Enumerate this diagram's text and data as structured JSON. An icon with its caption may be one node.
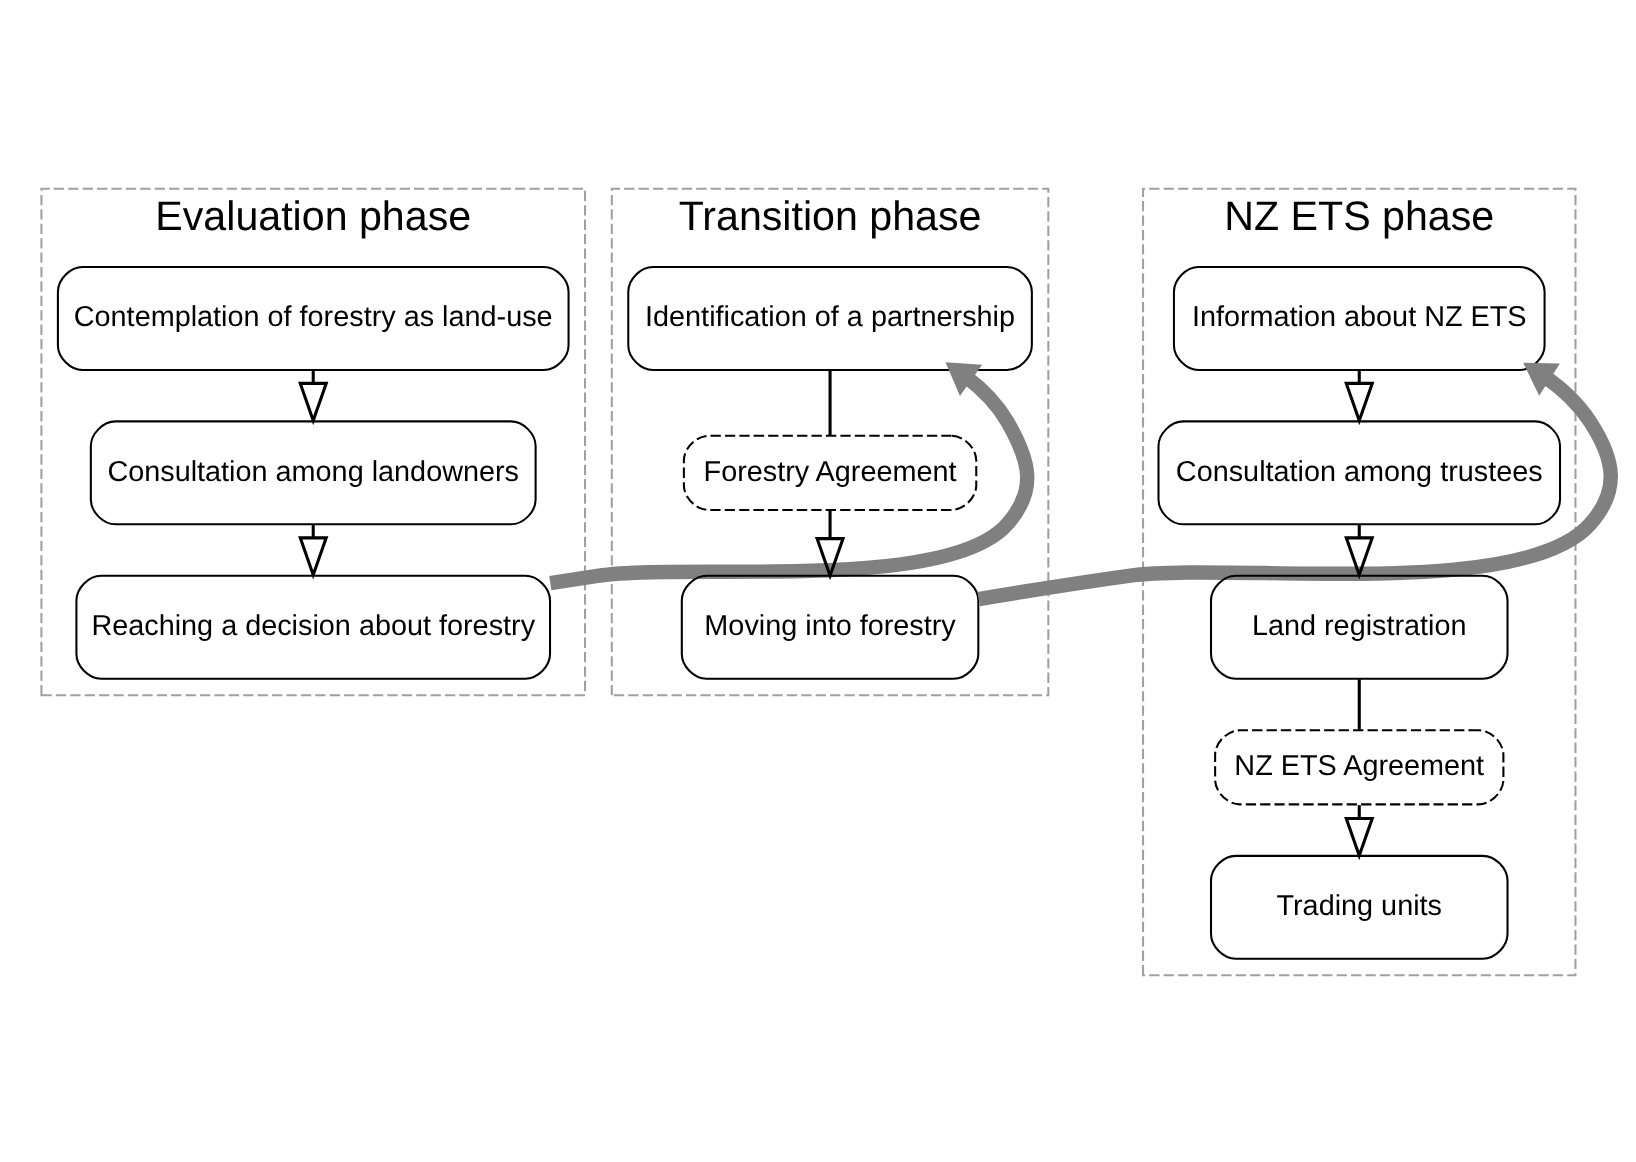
{
  "diagram": {
    "nodes": [
      {
        "text": [
          "Evaluation phase"
        ]
      },
      {
        "text": [
          "Contemplation of forestry as land-use"
        ],
        "in": 0
      },
      {
        "text": [
          "Consultation among landowners"
        ],
        "in": 0
      },
      {
        "text": [
          "Reaching a decision about forestry"
        ],
        "in": 0
      },
      {
        "text": [
          "Transition phase"
        ]
      },
      {
        "text": [
          "Identification of a partnership"
        ],
        "in": 4
      },
      {
        "text": [
          "Forestry Agreement"
        ],
        "in": 4
      },
      {
        "text": [
          "Moving into forestry"
        ],
        "in": 4
      },
      {
        "text": [
          "NZ ETS phase"
        ]
      },
      {
        "text": [
          "Information about NZ ETS"
        ],
        "in": 8
      },
      {
        "text": [
          "Consultation among trustees"
        ],
        "in": 8
      },
      {
        "text": [
          "Land registration"
        ],
        "in": 8
      },
      {
        "text": [
          "NZ ETS Agreement"
        ],
        "in": 8
      },
      {
        "text": [
          "Trading units"
        ],
        "in": 8
      }
    ],
    "edges": [
      {
        "from": 1,
        "to": 2,
        "arrow": "to"
      },
      {
        "from": 2,
        "to": 3,
        "arrow": "to"
      },
      {
        "from": 3,
        "to": 5,
        "arrow": "to",
        "style": "thick",
        "color": "#808080"
      },
      {
        "from": 5,
        "to": 6,
        "arrow": "none"
      },
      {
        "from": 6,
        "to": 7,
        "arrow": "to"
      },
      {
        "from": 7,
        "to": 9,
        "arrow": "to",
        "style": "thick",
        "color": "#808080"
      },
      {
        "from": 9,
        "to": 10,
        "arrow": "to"
      },
      {
        "from": 10,
        "to": 11,
        "arrow": "to"
      },
      {
        "from": 11,
        "to": 12,
        "arrow": "none"
      },
      {
        "from": 12,
        "to": 13,
        "arrow": "to"
      }
    ]
  }
}
